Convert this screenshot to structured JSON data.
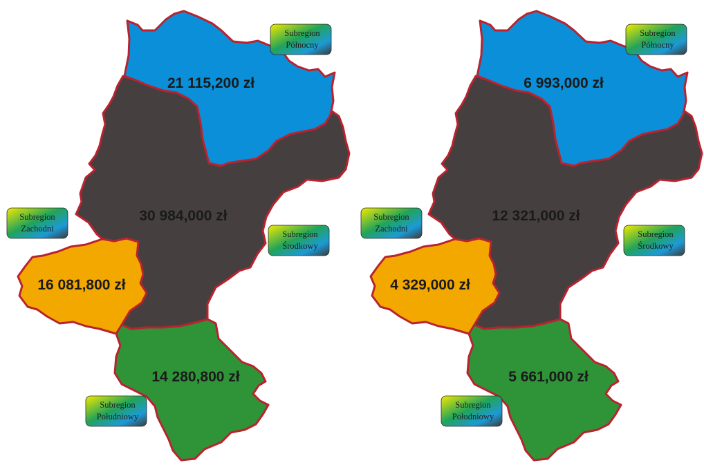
{
  "colors": {
    "polnocny": "#0a8fd8",
    "srodkowy": "#453f40",
    "zachodni": "#f3a800",
    "poludniowy": "#2e9437",
    "border": "#b8232f"
  },
  "maps": [
    {
      "values": {
        "polnocny": "21 115,200 zł",
        "srodkowy": "30 984,000 zł",
        "zachodni": "16 081,800 zł",
        "poludniowy": "14 280,800 zł"
      }
    },
    {
      "values": {
        "polnocny": "6 993,000 zł",
        "srodkowy": "12 321,000 zł",
        "zachodni": "4 329,000 zł",
        "poludniowy": "5 661,000 zł"
      }
    }
  ],
  "labels": {
    "polnocny": [
      "Subregion",
      "Północny"
    ],
    "srodkowy": [
      "Subregion",
      "Środkowy"
    ],
    "zachodni": [
      "Subregion",
      "Zachodni"
    ],
    "poludniowy": [
      "Subregion",
      "Południowy"
    ]
  }
}
